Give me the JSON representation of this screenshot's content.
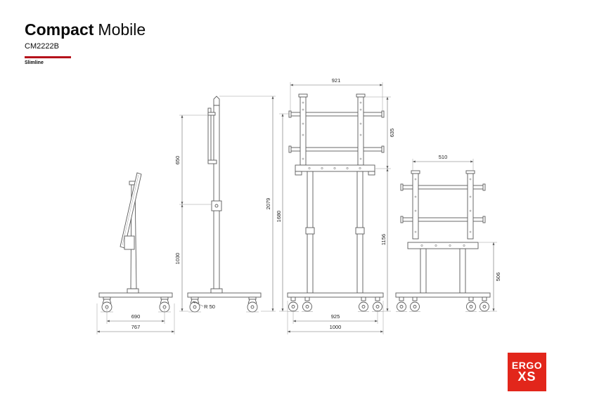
{
  "colors": {
    "rule": "#b5121b",
    "logo": "#e2261b",
    "ink": "#111111"
  },
  "header": {
    "title_bold": "Compact",
    "title_regular": "Mobile",
    "model": "CM2222B",
    "series": "Slimline"
  },
  "logo": {
    "line1": "ERGO",
    "line2": "XS"
  },
  "drawing": {
    "dims": {
      "w690": "690",
      "w767": "767",
      "h650": "650",
      "h1030": "1030",
      "r50": "R 50",
      "h2079": "2079",
      "w921": "921",
      "h635": "635",
      "h1680": "1680",
      "h1156": "1156",
      "w925": "925",
      "w1000": "1000",
      "w510": "510",
      "h506": "506"
    }
  }
}
